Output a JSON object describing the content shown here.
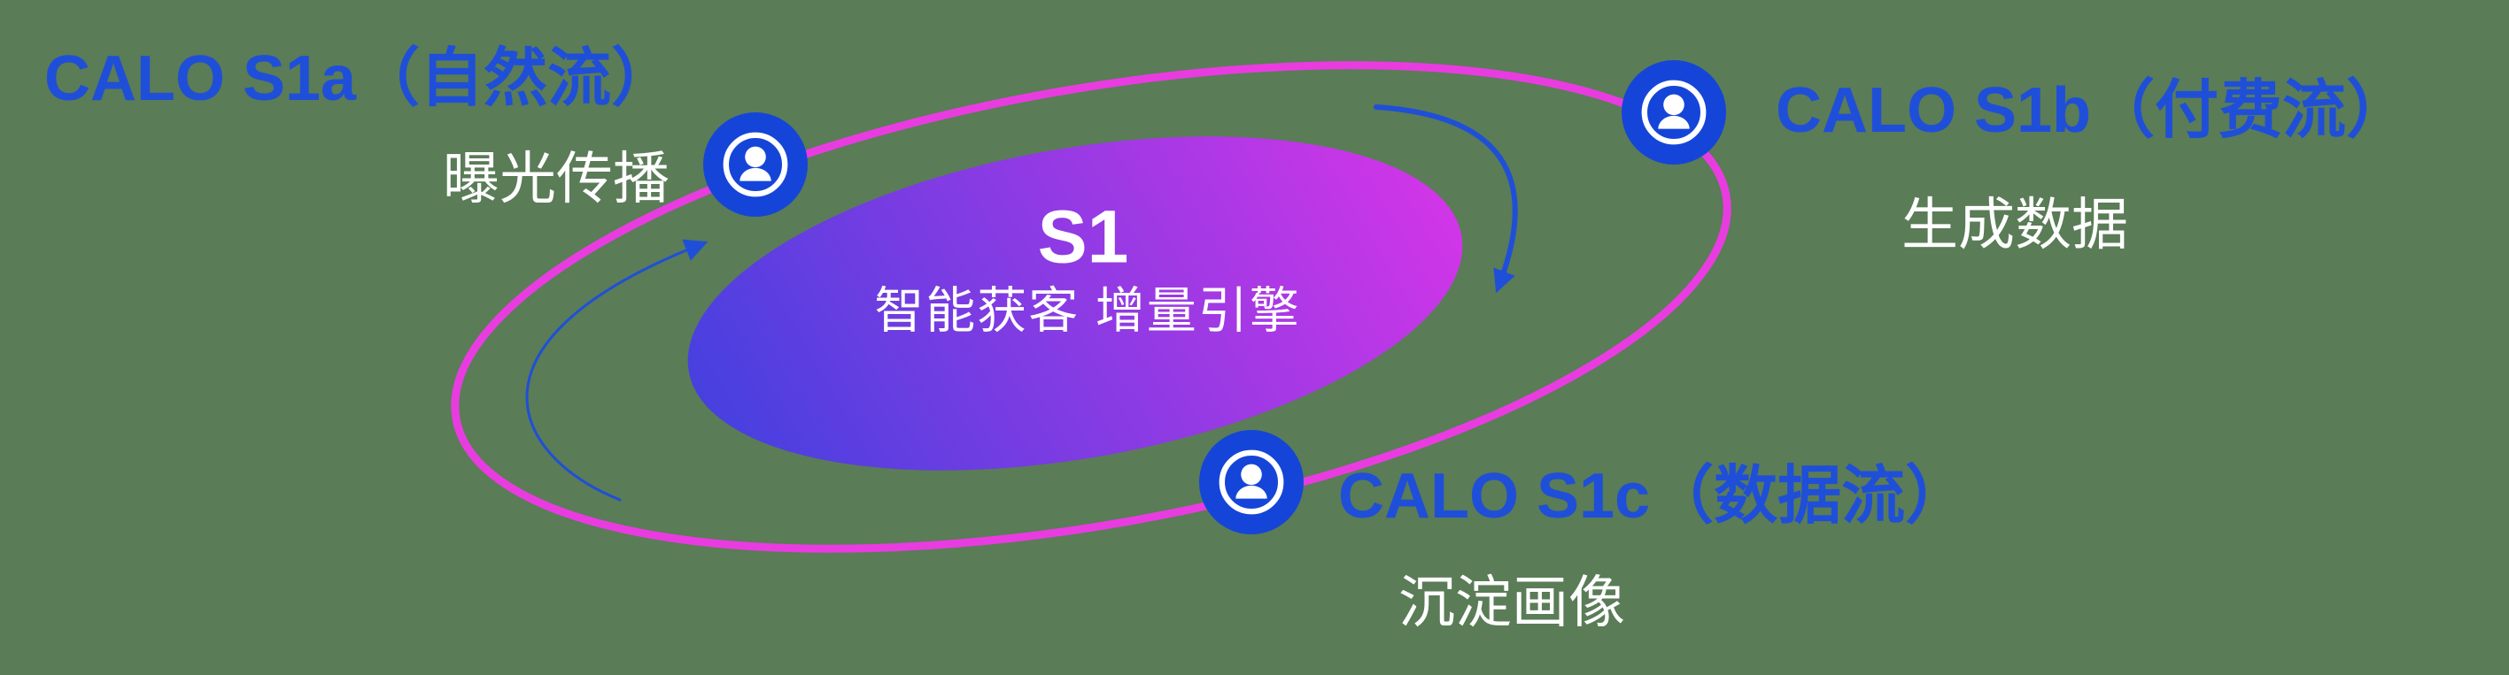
{
  "diagram": {
    "center": {
      "title": "S1",
      "subtitle": "智能获客  增量引擎"
    },
    "nodes": [
      {
        "id": "s1a",
        "title": "CALO S1a（自然流）",
        "subtitle": "曝光传播",
        "icon": "user-icon"
      },
      {
        "id": "s1b",
        "title": "CALO S1b（付费流）",
        "subtitle": "生成数据",
        "icon": "user-icon"
      },
      {
        "id": "s1c",
        "title": "CALO S1c（数据流）",
        "subtitle": "沉淀画像",
        "icon": "user-icon"
      }
    ]
  },
  "colors": {
    "bg": "#5a7c57",
    "orbit": "#e93ce0",
    "accent": "#1f4fd8",
    "grad-start": "#4640df",
    "grad-end": "#d935e8",
    "icon-bg": "#1545d8",
    "text-light": "#ffffff"
  }
}
